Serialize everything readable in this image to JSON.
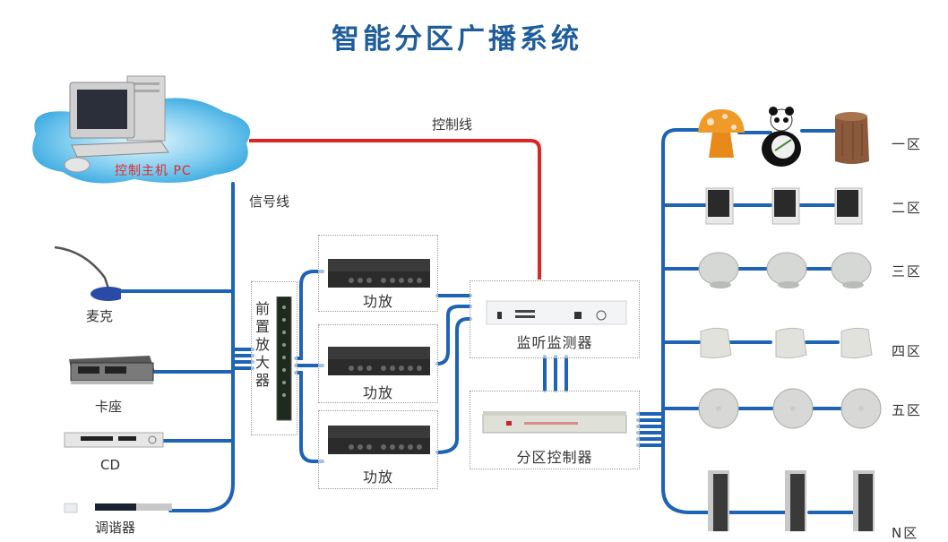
{
  "title": "智能分区广播系统",
  "colors": {
    "signal_line": "#1e63b4",
    "control_line": "#e02424",
    "title": "#1f5d9c",
    "cloud": "#2ea3de",
    "pc_label": "#e02a2a",
    "watermark": "#f07a1a"
  },
  "labels": {
    "control_line": "控制线",
    "signal_line": "信号线",
    "pc": "控制主机 PC"
  },
  "sources": [
    {
      "label": "麦克",
      "icon": "microphone-icon"
    },
    {
      "label": "卡座",
      "icon": "cassette-deck-icon"
    },
    {
      "label": "CD",
      "icon": "cd-player-icon"
    },
    {
      "label": "调谐器",
      "icon": "tuner-icon"
    }
  ],
  "preamp": {
    "label": "前置放大器"
  },
  "amplifiers": [
    {
      "label": "功放"
    },
    {
      "label": "功放"
    },
    {
      "label": "功放"
    }
  ],
  "monitor": {
    "label": "监听监测器"
  },
  "zone_controller": {
    "label": "分区控制器"
  },
  "zones": [
    {
      "label": "一区",
      "speakers": [
        "mushroom-speaker-icon",
        "panda-speaker-icon",
        "tree-stump-speaker-icon"
      ]
    },
    {
      "label": "二区",
      "speakers": [
        "wall-speaker-icon",
        "wall-speaker-icon",
        "wall-speaker-icon"
      ]
    },
    {
      "label": "三区",
      "speakers": [
        "ceiling-speaker-icon",
        "ceiling-speaker-icon",
        "ceiling-speaker-icon"
      ]
    },
    {
      "label": "四区",
      "speakers": [
        "horn-box-speaker-icon",
        "horn-box-speaker-icon",
        "horn-box-speaker-icon"
      ]
    },
    {
      "label": "五区",
      "speakers": [
        "round-ceiling-speaker-icon",
        "round-ceiling-speaker-icon",
        "round-ceiling-speaker-icon"
      ]
    },
    {
      "label": "N区",
      "speakers": [
        "column-speaker-icon",
        "column-speaker-icon",
        "column-speaker-icon"
      ]
    }
  ]
}
